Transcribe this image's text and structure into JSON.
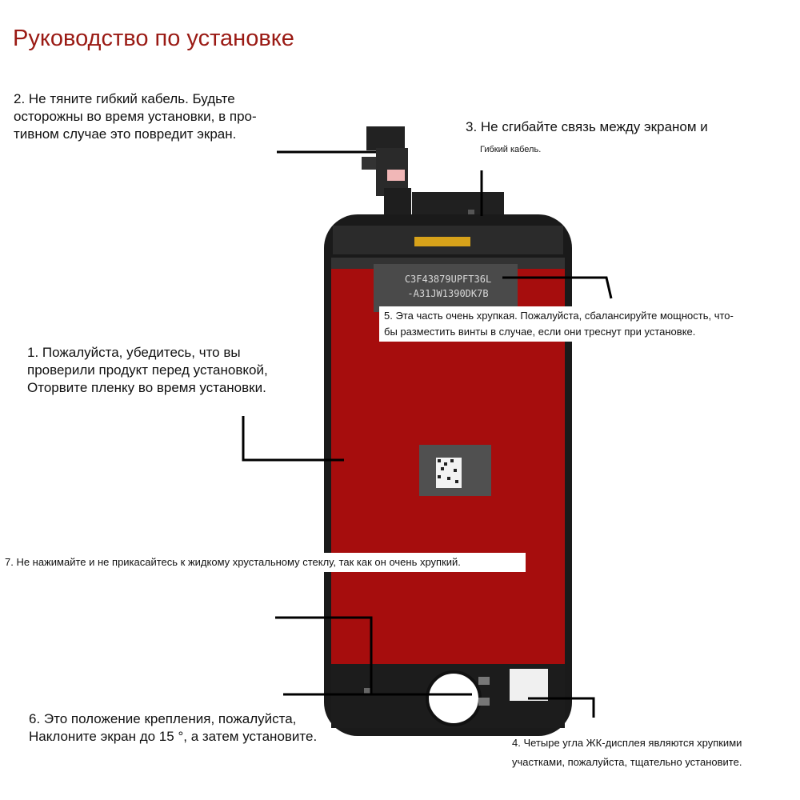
{
  "title": "Руководство по установке",
  "notes": {
    "n1": [
      "1. Пожалуйста, убедитесь, что вы",
      "проверили продукт перед установкой,",
      "Оторвите пленку во время установки."
    ],
    "n2": [
      "2. Не тяните гибкий кабель. Будьте",
      "осторожны во время установки, в про-",
      "тивном случае это повредит экран."
    ],
    "n3": "3. Не сгибайте связь между экраном и",
    "n3_sub": "Гибкий кабель.",
    "n4": [
      "4. Четыре угла ЖК-дисплея являются хрупкими",
      "участками, пожалуйста, тщательно установите."
    ],
    "n5": [
      "5. Эта часть очень хрупкая. Пожалуйста, сбалансируйте мощность, что-",
      "бы разместить винты в случае, если они треснут при установке."
    ],
    "n6": [
      "6. Это положение крепления, пожалуйста,",
      "Наклоните экран до 15 °, а затем установите."
    ],
    "n7": "7. Не нажимайте и не прикасайтесь к жидкому хрустальному стеклу, так как он очень хрупкий."
  },
  "label_code": [
    "C3F43879UPFT36L",
    "-A31JW1390DK7B"
  ],
  "colors": {
    "title": "#9a1a14",
    "screen_red": "#a60d0d",
    "frame": "#1a1a1a"
  }
}
